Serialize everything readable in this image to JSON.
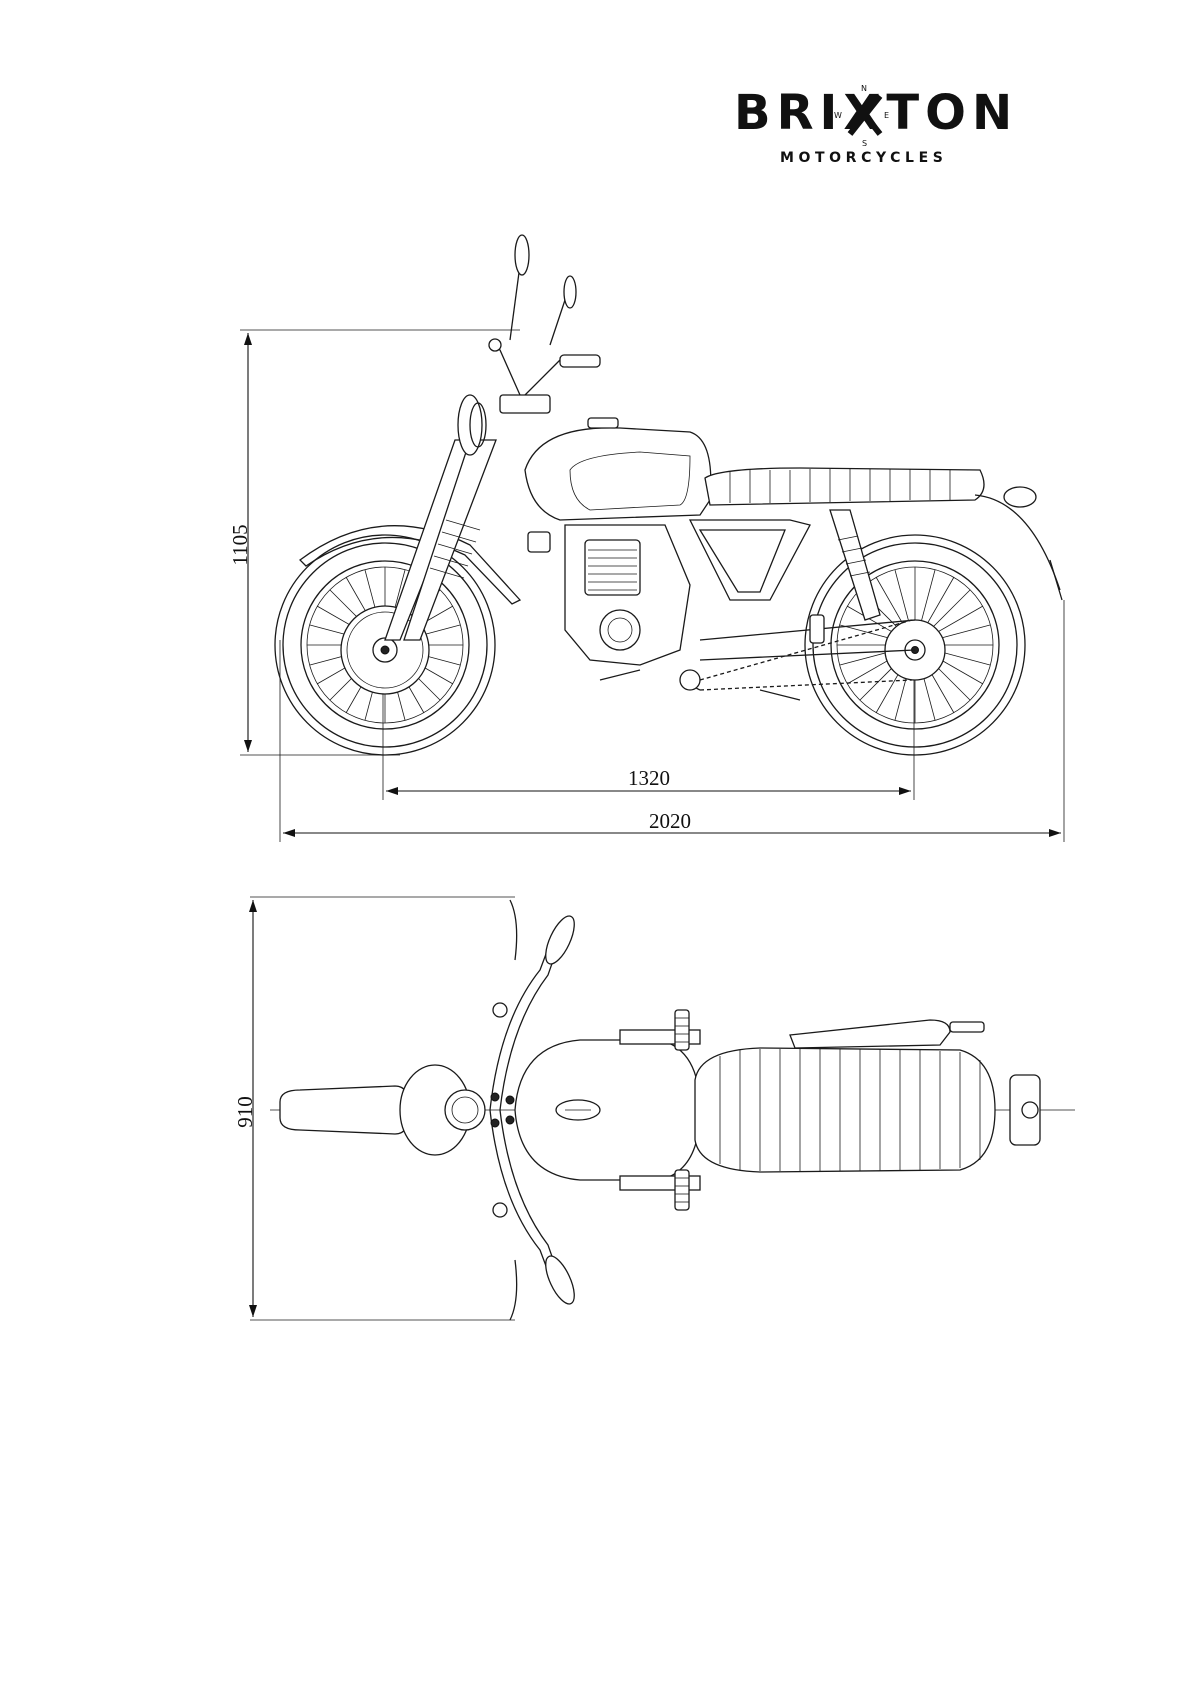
{
  "brand": {
    "name": "BRIXTON",
    "subtitle": "MOTORCYCLES",
    "compass": {
      "n": "N",
      "e": "E",
      "s": "S",
      "w": "W"
    }
  },
  "side_view": {
    "dimensions": {
      "height": "1105",
      "wheelbase": "1320",
      "length": "2020"
    }
  },
  "top_view": {
    "dimensions": {
      "width": "910"
    }
  }
}
